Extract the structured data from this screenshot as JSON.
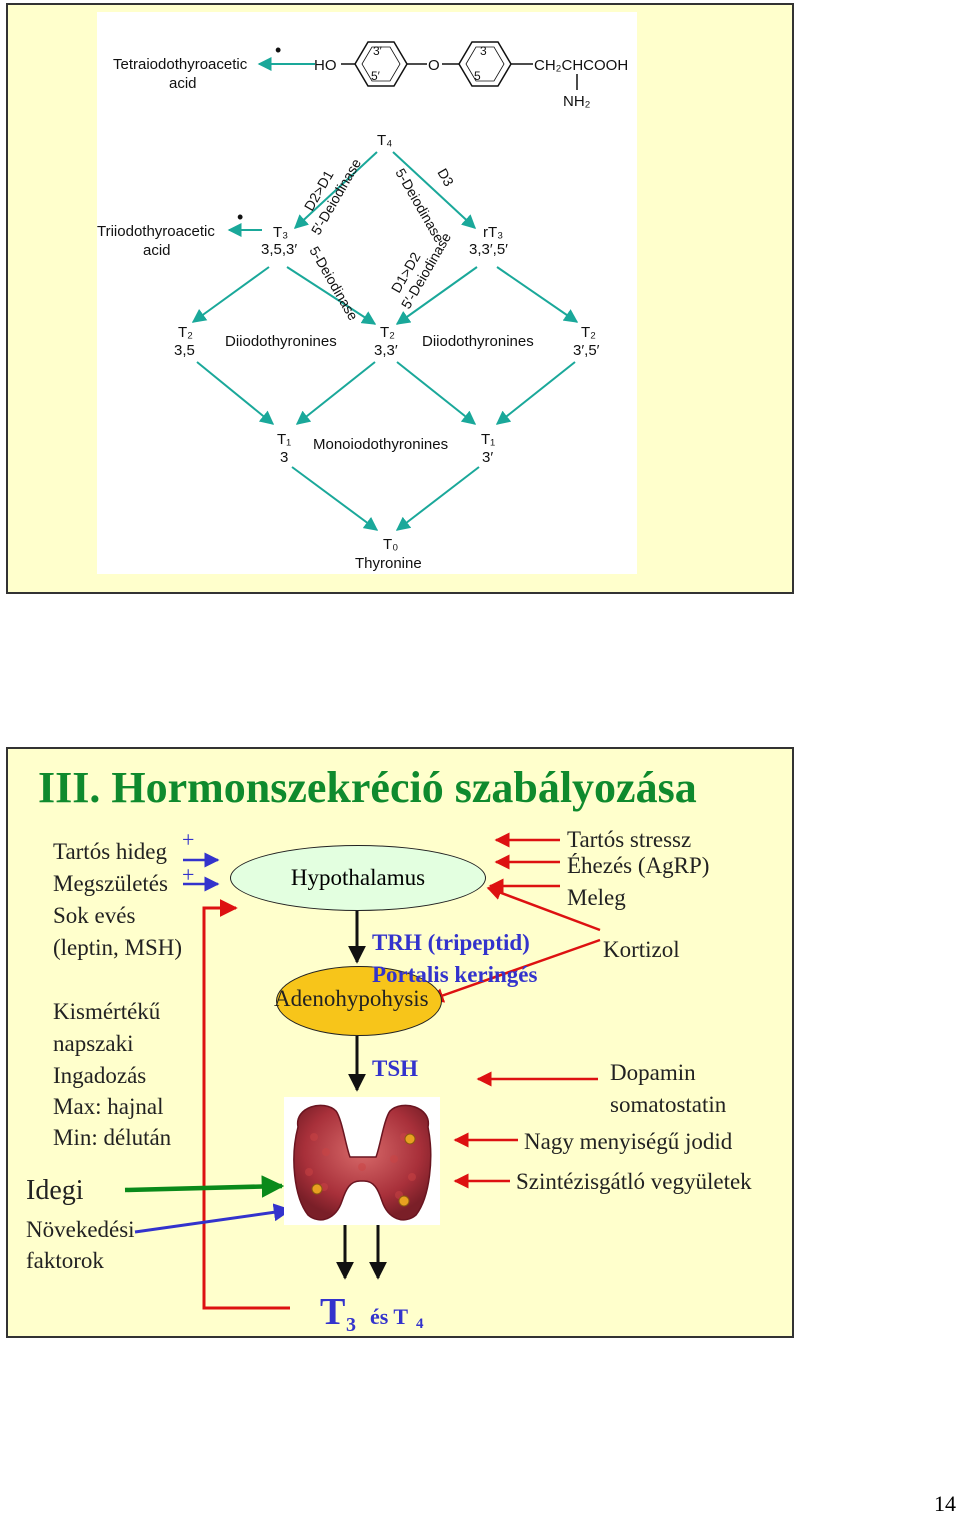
{
  "slide1": {
    "molecule": {
      "left_label": "Tetraiodothyroacetic\nacid",
      "ho": "HO",
      "o": "O",
      "ring1_pos": [
        "3′",
        "5′"
      ],
      "ring2_pos": [
        "3",
        "5"
      ],
      "side_chain": "CH₂CHCOOH",
      "nh2": "NH₂",
      "dot": "•"
    },
    "nodes": {
      "t4": "T₄",
      "t3_name": "T₃",
      "t3_pos": "3,5,3′",
      "rt3_name": "rT₃",
      "rt3_pos": "3,3′,5′",
      "triac": "Triiodothyroacetic\nacid",
      "t2a_name": "T₂",
      "t2a_pos": "3,5",
      "t2b_name": "T₂",
      "t2b_pos": "3,3′",
      "t2c_name": "T₂",
      "t2c_pos": "3′,5′",
      "diiodo_left": "Diiodothyronines",
      "diiodo_right": "Diiodothyronines",
      "t1a_name": "T₁",
      "t1a_pos": "3",
      "t1b_name": "T₁",
      "t1b_pos": "3′",
      "mono": "Monoiodothyronines",
      "t0_name": "T₀",
      "t0_label": "Thyronine"
    },
    "enzymes": {
      "d2d1": "D2>D1",
      "five_prime_deiod_1": "5′-Deiodinase",
      "five_deiod_1": "5-Deiodinase",
      "d3": "D3",
      "five_deiod_2": "5-Deiodinase",
      "d1d2": "D1>D2",
      "five_prime_deiod_2": "5′-Deiodinase"
    }
  },
  "slide2": {
    "title": "III. Hormonszekréció szabályozása",
    "left_items": [
      "Tartós hideg",
      "Megszületés",
      "Sok evés",
      "(leptin, MSH)"
    ],
    "plus_1": "+",
    "plus_2": "+",
    "circadian": [
      "Kismértékű",
      "napszaki",
      "Ingadozás",
      "Max: hajnal",
      "Min: délután"
    ],
    "idegi": "Idegi",
    "growth": [
      "Növekedési",
      "faktorok"
    ],
    "hypothalamus": "Hypothalamus",
    "trh": "TRH (tripeptid)",
    "portal": "Portalis keringés",
    "adeno": "Adenohypohysis",
    "tsh": "TSH",
    "right_top": [
      "Tartós stressz",
      "Éhezés (AgRP)",
      "Meleg"
    ],
    "kortizol": "Kortizol",
    "dopamin": [
      "Dopamin",
      "somatostatin"
    ],
    "jodid": "Nagy menyiségű jodid",
    "szintezis": "Szintézisgátló vegyületek",
    "t3t4_T": "T",
    "t3t4_3": "3",
    "t3t4_es": "és T",
    "t3t4_4": "4",
    "colors": {
      "title": "#0f8a2d",
      "red": "#dd1111",
      "blue": "#3333cc",
      "green": "#0a8a1a",
      "teal": "#1aa89a",
      "ellipse_yellow": "#f7c51a",
      "ellipse_mint": "#e3ffe0"
    }
  },
  "page_number": "14"
}
